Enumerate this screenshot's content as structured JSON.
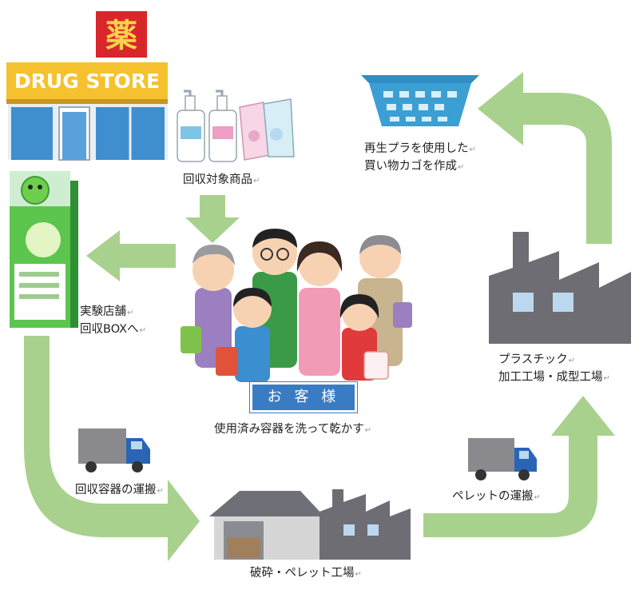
{
  "store": {
    "sign_kanji": "薬",
    "sign_text": "DRUG STORE"
  },
  "labels": {
    "products": "回収対象商品",
    "box_line1": "実験店舗",
    "box_line2": "回収BOXへ",
    "basket_line1": "再生プラを使用した",
    "basket_line2": "買い物カゴを作成",
    "factory_line1": "プラスチック",
    "factory_line2": "加工工場・成型工場",
    "customer_action": "使用済み容器を洗って乾かす",
    "transport_containers": "回収容器の運搬",
    "transport_pellets": "ペレットの運搬",
    "crushing_plant": "破砕・ペレット工場"
  },
  "customer_badge": "お 客 様",
  "return_mark": "↵",
  "colors": {
    "arrow": "#a9d18e",
    "sign_yellow": "#f5c12e",
    "sign_red": "#d9262b",
    "factory": "#6d6d73",
    "badge": "#3a7cc4",
    "basket": "#3b9fd4",
    "truck_blue": "#2a64b5",
    "box_green": "#5bc54e"
  }
}
